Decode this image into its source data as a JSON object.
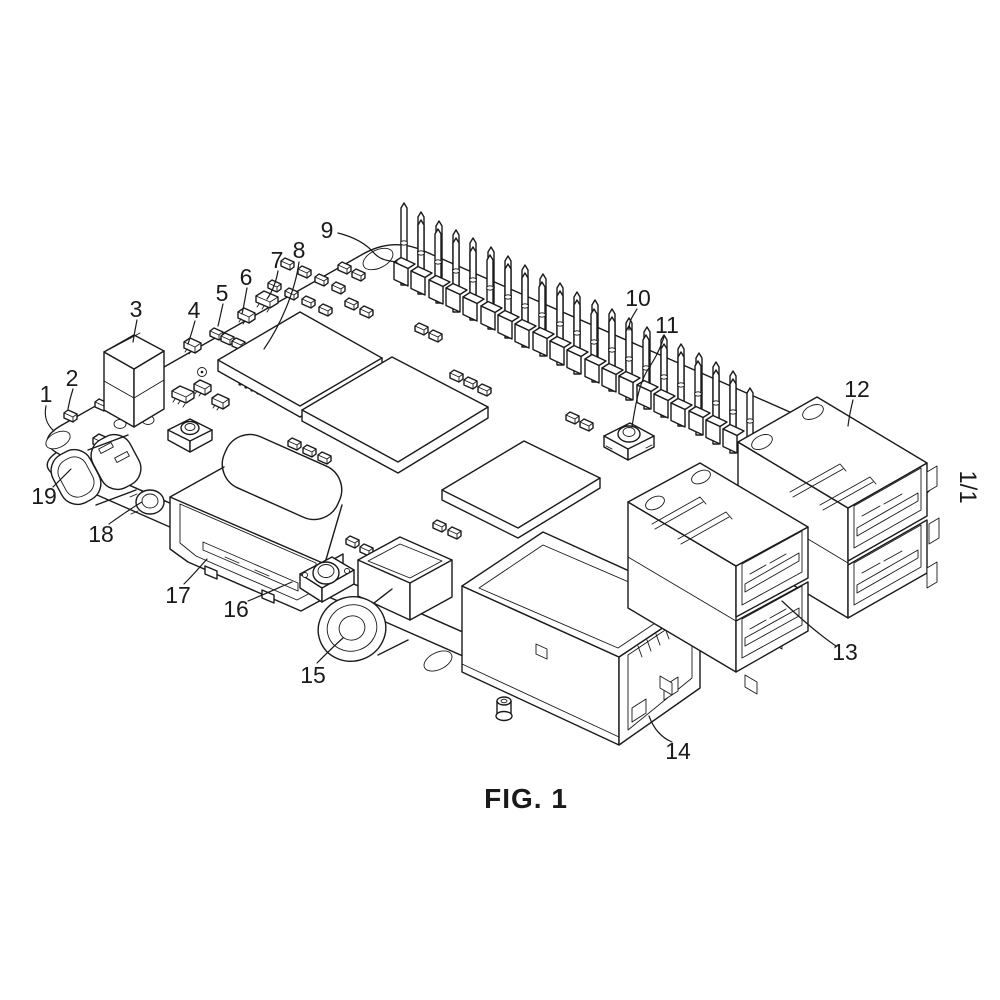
{
  "figure": {
    "caption": "FIG. 1",
    "page_indicator": "1/1",
    "type": "patent-line-drawing",
    "subject": "single-board-computer"
  },
  "colors": {
    "line": "#1a1a1a",
    "background": "#ffffff"
  },
  "reference_labels": [
    {
      "number": "1",
      "part": "circuit-board"
    },
    {
      "number": "2",
      "part": "surface-mount-component"
    },
    {
      "number": "3",
      "part": "power-component"
    },
    {
      "number": "4",
      "part": "surface-mount-transistor"
    },
    {
      "number": "5",
      "part": "chip-capacitors"
    },
    {
      "number": "6",
      "part": "surface-mount-ic"
    },
    {
      "number": "7",
      "part": "surface-mount-ic"
    },
    {
      "number": "8",
      "part": "processor-chip"
    },
    {
      "number": "9",
      "part": "gpio-pin-header"
    },
    {
      "number": "10",
      "part": "header-pin"
    },
    {
      "number": "11",
      "part": "push-button"
    },
    {
      "number": "12",
      "part": "usb-stack-upper"
    },
    {
      "number": "13",
      "part": "usb-stack-lower"
    },
    {
      "number": "14",
      "part": "ethernet-jack"
    },
    {
      "number": "15",
      "part": "audio-jack"
    },
    {
      "number": "16",
      "part": "small-push-button"
    },
    {
      "number": "17",
      "part": "hdmi-port"
    },
    {
      "number": "18",
      "part": "microphone-dome"
    },
    {
      "number": "19",
      "part": "usb-c-port"
    }
  ]
}
